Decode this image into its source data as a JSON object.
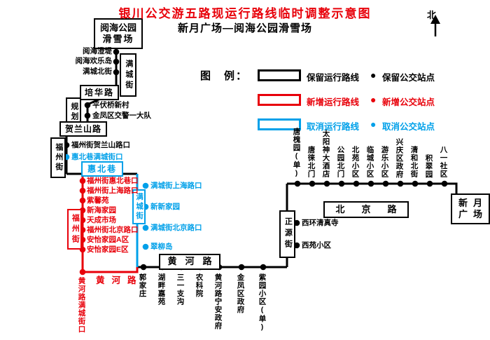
{
  "title": "银川公交游五路现运行路线临时调整示意图",
  "subtitle": "新月广场—阅海公园滑雪场",
  "compass": {
    "label": "北"
  },
  "legend": {
    "heading": "图　例：",
    "dot_glyph": "●",
    "rows": [
      {
        "line": "保留运行路线",
        "stop": "保留公交站点"
      },
      {
        "line": "新增运行路线",
        "stop": "新增公交站点"
      },
      {
        "line": "取消运行路线",
        "stop": "取消公交站点"
      }
    ]
  },
  "colors": {
    "retained": "#000000",
    "added": "#e8000a",
    "removed": "#00a0e9"
  },
  "terminals": {
    "yuehai": {
      "line1": "阅海公园",
      "line2": "滑雪场"
    },
    "xinyue": {
      "line1": "新月",
      "line2": "广场"
    }
  },
  "roads": {
    "mancheng_north": "满城街",
    "peihua": "培华路",
    "guihua": "规划路",
    "helanshan": "贺兰山路",
    "fuzhou_north": "福州街",
    "huibei": "惠北巷",
    "mancheng_removed": "满城街",
    "fuzhou_added": "福州街",
    "huanghe": "黄河路",
    "huanghe_added": "黄河路",
    "beijing": "北京路",
    "zhengyuan": "正源街"
  },
  "stops": {
    "retained_left": [
      "阅海澄堤",
      "阅海欢乐岛",
      "满城北街",
      "平伏桥新村",
      "金凤区交警一大队",
      "福州街贺兰山路口"
    ],
    "removed_junction": "惠北巷满城街口",
    "added": [
      "福州街惠北巷口",
      "福州街上海路口",
      "紫馨苑",
      "新海家园",
      "天成市场",
      "福州街北京路口",
      "安怡家园A区",
      "安怡家园E区"
    ],
    "added_terminal": "黄河路满城街口",
    "removed": [
      "满城街上海路口",
      "新新家园",
      "满城街北京路口",
      "翠柳岛"
    ],
    "huanghe": [
      "郭家庄",
      "湖畔嘉苑",
      "三一支沟",
      "农科院",
      "黄河路宁安政府",
      "金凤区政府",
      "紫园小区(单)"
    ],
    "zhengyuan": [
      "西环清真寺",
      "西苑小区"
    ],
    "beijing": [
      "唐槐园(单)",
      "唐徕北门",
      "太阳神大酒店",
      "公园北门",
      "北苑小区",
      "临城小区",
      "游乐小区",
      "兴庆区政府",
      "清和北街",
      "积翠园",
      "八一社区"
    ]
  }
}
